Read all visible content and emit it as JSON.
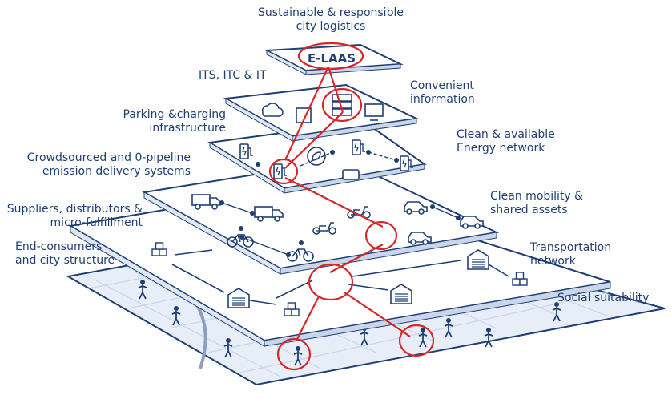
{
  "title": {
    "line1": "Sustainable & responsible",
    "line2": "city logistics"
  },
  "core": "E-LAAS",
  "left_labels": {
    "its": "ITS, ITC & IT",
    "parking_1": "Parking &charging",
    "parking_2": "infrastructure",
    "crowd_1": "Crowdsourced and 0-pipeline",
    "crowd_2": "emission delivery systems",
    "suppliers_1": "Suppliers, distributors &",
    "suppliers_2": "micro-fulfillment",
    "consumers_1": "End-consumers",
    "consumers_2": "and city structure"
  },
  "right_labels": {
    "info_1": "Convenient",
    "info_2": "information",
    "energy_1": "Clean & available",
    "energy_2": "Energy network",
    "mobility_1": "Clean mobility &",
    "mobility_2": "shared assets",
    "transport_1": "Transportation",
    "transport_2": "network",
    "social": "Social suitability"
  },
  "colors": {
    "line": "#1f3f74",
    "highlight": "#d62828",
    "layer_fill": "#ffffff",
    "map_fill": "#e8eef7"
  },
  "icons": [
    "cloud-icon",
    "chip-icon",
    "server-icon",
    "monitor-icon",
    "charger-icon",
    "leaf-icon",
    "battery-icon",
    "truck-icon",
    "van-icon",
    "car-icon",
    "scooter-icon",
    "bicycle-icon",
    "boxes-icon",
    "warehouse-icon",
    "pedestrian-icon"
  ]
}
